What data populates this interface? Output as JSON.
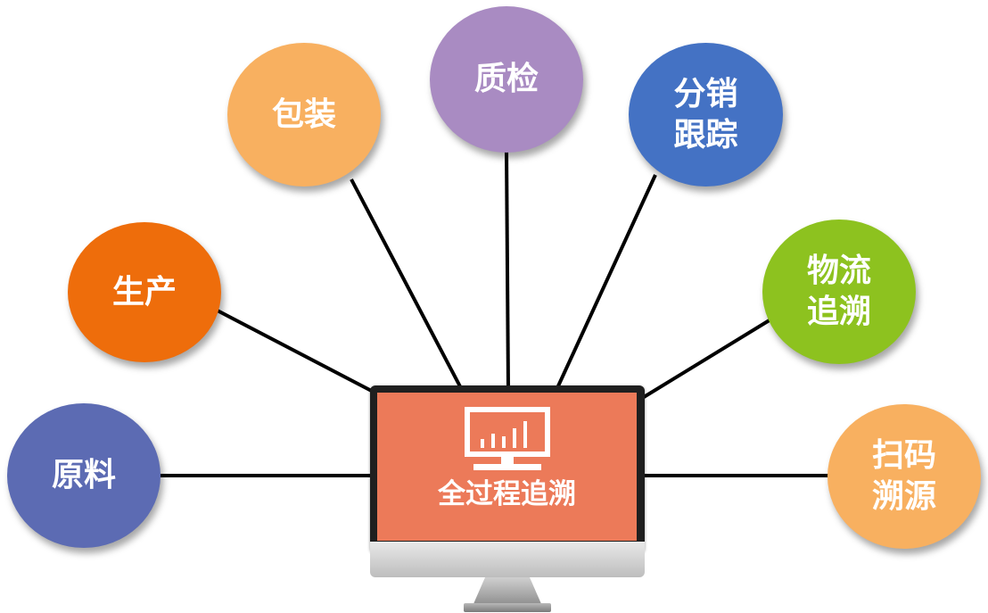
{
  "center": {
    "label": "全过程追溯",
    "icon": "monitor-chart-icon"
  },
  "nodes": [
    {
      "id": "raw-material",
      "lines": [
        "原料"
      ],
      "color": "#5c6bb3"
    },
    {
      "id": "production",
      "lines": [
        "生产"
      ],
      "color": "#ee6d0b"
    },
    {
      "id": "packaging",
      "lines": [
        "包装"
      ],
      "color": "#f8b060"
    },
    {
      "id": "quality-inspection",
      "lines": [
        "质检"
      ],
      "color": "#a98bc2"
    },
    {
      "id": "distribution-tracking",
      "lines": [
        "分销",
        "跟踪"
      ],
      "color": "#4472c4"
    },
    {
      "id": "logistics-tracing",
      "lines": [
        "物流",
        "追溯"
      ],
      "color": "#8dc21f"
    },
    {
      "id": "scan-tracing",
      "lines": [
        "扫码",
        "溯源"
      ],
      "color": "#f8b060"
    }
  ]
}
